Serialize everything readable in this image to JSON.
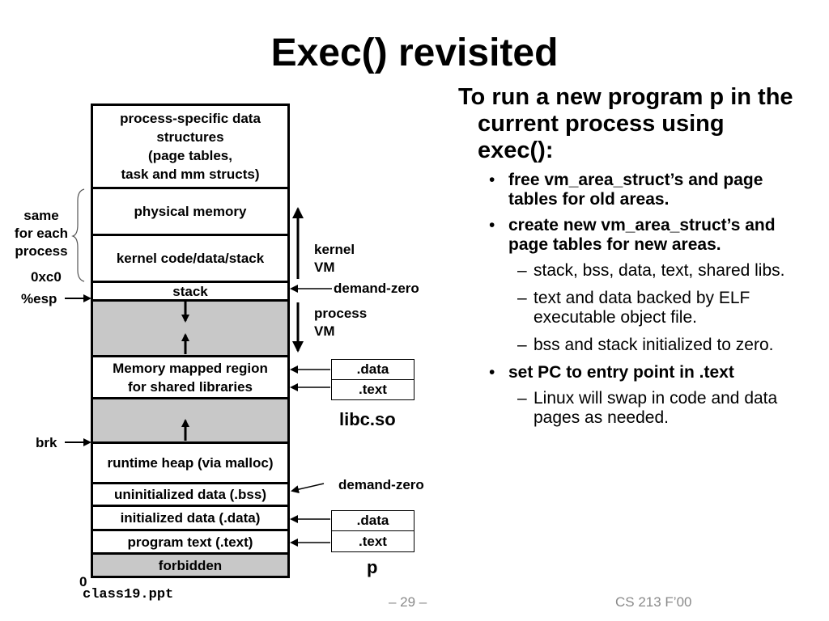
{
  "title": "Exec() revisited",
  "memory_segments": [
    {
      "label": "process-specific data\nstructures\n(page tables,\ntask and mm structs)",
      "fill": "white"
    },
    {
      "label": "physical memory",
      "fill": "white"
    },
    {
      "label": "kernel code/data/stack",
      "fill": "white"
    },
    {
      "label": "stack",
      "fill": "white"
    },
    {
      "label": "",
      "fill": "gray"
    },
    {
      "label": "Memory mapped region\nfor shared libraries",
      "fill": "white"
    },
    {
      "label": "",
      "fill": "gray"
    },
    {
      "label": "runtime heap (via malloc)",
      "fill": "white"
    },
    {
      "label": "uninitialized data (.bss)",
      "fill": "white"
    },
    {
      "label": "initialized data (.data)",
      "fill": "white"
    },
    {
      "label": "program text (.text)",
      "fill": "white"
    },
    {
      "label": "forbidden",
      "fill": "gray"
    }
  ],
  "left_labels": {
    "same_for_each_process": "same\nfor each\nprocess",
    "addr_0xc0": "0xc0",
    "esp": "%esp",
    "brk": "brk",
    "zero": "0"
  },
  "right_labels": {
    "kernel_vm": "kernel\nVM",
    "process_vm": "process\nVM",
    "demand_zero_top": "demand-zero",
    "demand_zero_bottom": "demand-zero",
    "libc_data": ".data",
    "libc_text": ".text",
    "libc_name": "libc.so",
    "p_data": ".data",
    "p_text": ".text",
    "p_name": "p"
  },
  "text_panel": {
    "heading": "To run a new program p in the current process using exec():",
    "bullets": [
      {
        "text": "free vm_area_struct’s and page tables for old areas.",
        "subs": []
      },
      {
        "text": "create new vm_area_struct’s and page tables for new areas.",
        "subs": [
          "stack, bss, data, text, shared libs.",
          "text and data backed by ELF executable object file.",
          "bss and stack initialized to zero."
        ]
      },
      {
        "text": "set PC to entry point in .text",
        "subs": [
          "Linux will swap in code and data pages as needed."
        ]
      }
    ]
  },
  "footer": {
    "file": "class19.ppt",
    "page": "– 29 –",
    "course": "CS 213 F’00"
  }
}
